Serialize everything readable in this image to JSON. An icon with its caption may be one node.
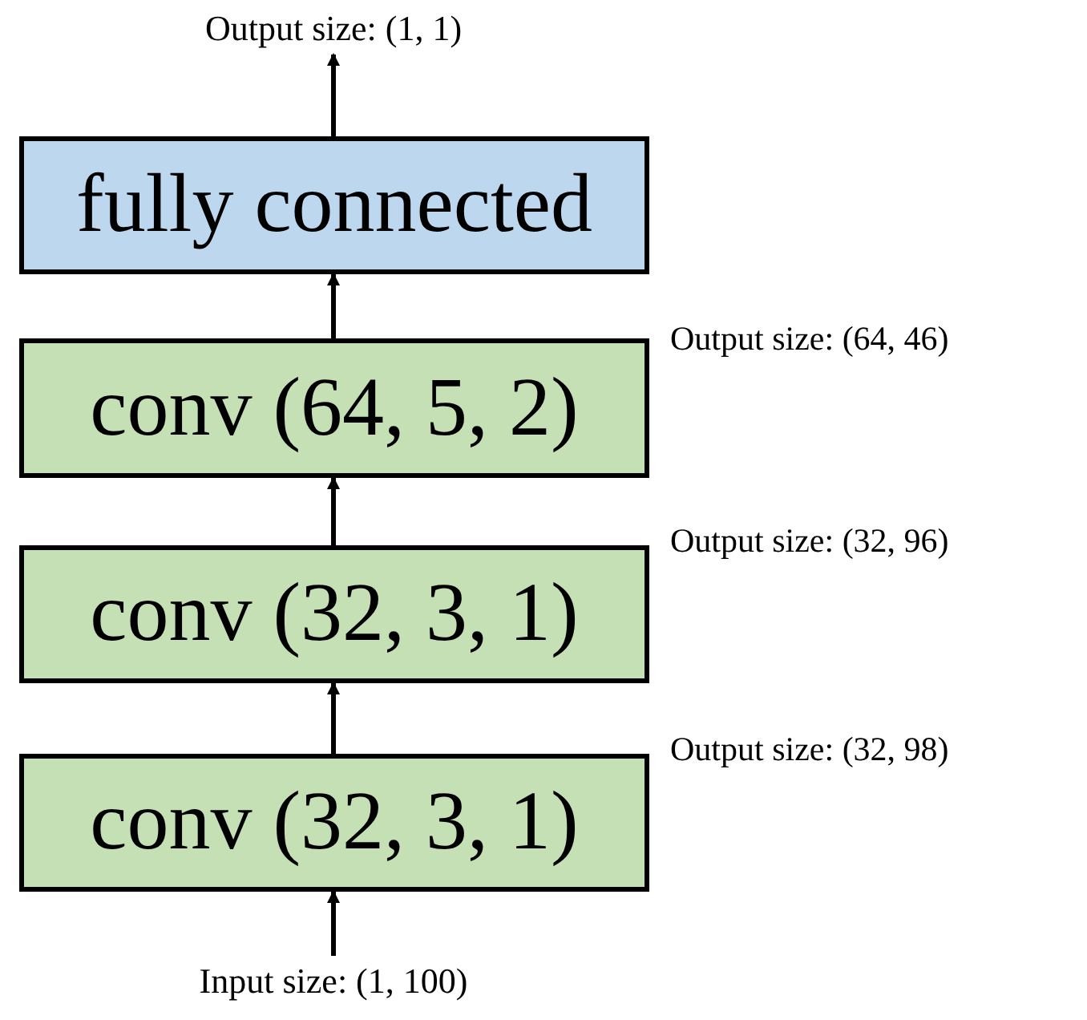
{
  "diagram": {
    "nodes": [
      {
        "text": [
          "Output size: (1, 1)"
        ]
      },
      {
        "text": [
          "fully connected"
        ]
      },
      {
        "text": [
          "conv (64, 5, 2)"
        ]
      },
      {
        "text": [
          "conv (32, 3, 1)"
        ]
      },
      {
        "text": [
          "conv (32, 3, 1)"
        ]
      },
      {
        "text": [
          "Input size: (1, 100)"
        ]
      }
    ],
    "edges": [
      {
        "from": 5,
        "to": 4,
        "arrow": "to"
      },
      {
        "from": 4,
        "to": 3,
        "arrow": "to"
      },
      {
        "from": 3,
        "to": 2,
        "arrow": "to"
      },
      {
        "from": 2,
        "to": 1,
        "arrow": "to"
      },
      {
        "from": 1,
        "to": 0,
        "arrow": "to"
      }
    ],
    "labels": [
      "Output size: (64, 46)",
      "Output size: (32, 96)",
      "Output size: (32, 98)"
    ]
  }
}
